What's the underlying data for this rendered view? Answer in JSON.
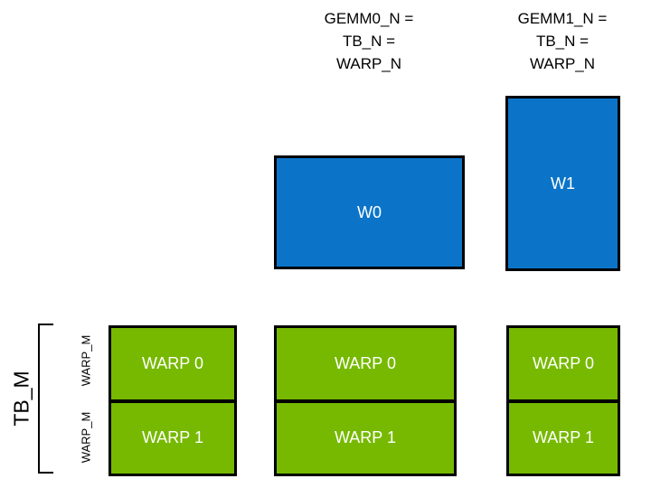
{
  "diagram": {
    "title_hidden": "",
    "colors": {
      "blue": "#0b74c8",
      "green": "#76b900",
      "outline": "#000000",
      "text_on_fill": "#ffffff",
      "background": "#ffffff"
    },
    "column_captions": [
      {
        "id": "gemm0",
        "text": "GEMM0_N =\nTB_N =\nWARP_N"
      },
      {
        "id": "gemm1",
        "text": "GEMM1_N =\nTB_N =\nWARP_N"
      }
    ],
    "warp_tiles": [
      {
        "id": "w0",
        "label": "W0"
      },
      {
        "id": "w1",
        "label": "W1"
      }
    ],
    "left_axis": {
      "tb_m_label": "TB_M",
      "warp_m_labels": [
        "WARP_M",
        "WARP_M"
      ]
    },
    "warp_columns": [
      {
        "id": "col0",
        "cells": [
          "WARP 0",
          "WARP 1"
        ]
      },
      {
        "id": "col1",
        "cells": [
          "WARP 0",
          "WARP 1"
        ]
      },
      {
        "id": "col2",
        "cells": [
          "WARP 0",
          "WARP 1"
        ]
      }
    ]
  }
}
